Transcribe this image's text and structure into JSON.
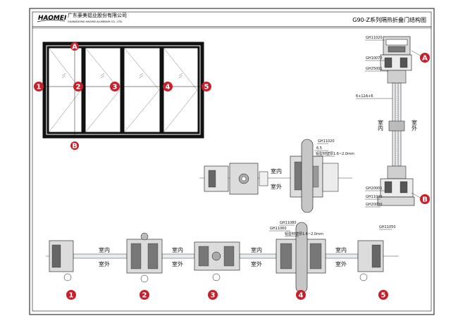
{
  "title_block": {
    "brand": "HAOMEI",
    "company_cn": "广东豪美铝业股份有限公司",
    "company_en": "GUANGDONG HAOMEI ALUMINUM CO., LTD.",
    "drawing_title": "G90-Z系列隔热折叠门结构图"
  },
  "elevation": {
    "markers": [
      "1",
      "2",
      "3",
      "4",
      "5"
    ],
    "section_markers": [
      "A",
      "B"
    ],
    "glass_note": "6+12A+6"
  },
  "vertical_section": {
    "labels_left": [
      "GH11020",
      "GH10070",
      "GH25001",
      "GH20001",
      "GH11040",
      "GH20030"
    ],
    "indoor": "室内",
    "outdoor": "室外",
    "markers": [
      "A",
      "B"
    ]
  },
  "detail_section": {
    "labels": [
      "GH11020",
      "6.5",
      "铝型材壁厚1.6~2.0mm"
    ],
    "indoor": "室内",
    "outdoor": "室外"
  },
  "horizontal_section": {
    "labels": [
      "GH11080",
      "GH11060",
      "铝型材壁厚1.6~2.0mm",
      "GH11050"
    ],
    "indoor": "室内",
    "outdoor": "室外",
    "markers": [
      "1",
      "2",
      "3",
      "4",
      "5"
    ]
  },
  "colors": {
    "marker_red": "#c8202a",
    "line": "#111111",
    "frame_fill": "#222222"
  }
}
